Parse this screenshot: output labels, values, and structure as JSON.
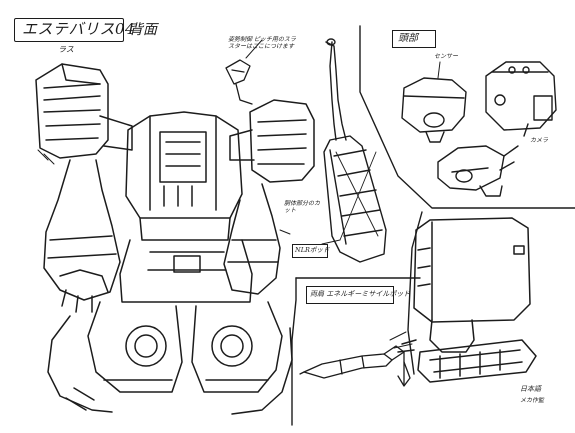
{
  "sheet": {
    "title": "エステバリス04",
    "subtitle": "背面",
    "title_note": "ラス",
    "notes": {
      "part_callout": "姿勢制御 ピッチ用のスラスターはここにつけます",
      "section_header": "頭部",
      "sensor_label": "センサー",
      "camera_label": "カメラ",
      "cut_note": "胴体部分のカット",
      "pod_small_label": "NLRポッド",
      "pod_section_label": "両肩 エネルギーミサイルポッド",
      "signature": "日本語",
      "signature_note": "メカ作監"
    }
  },
  "colors": {
    "ink": "#1c1c1c",
    "paper": "#ffffff"
  }
}
